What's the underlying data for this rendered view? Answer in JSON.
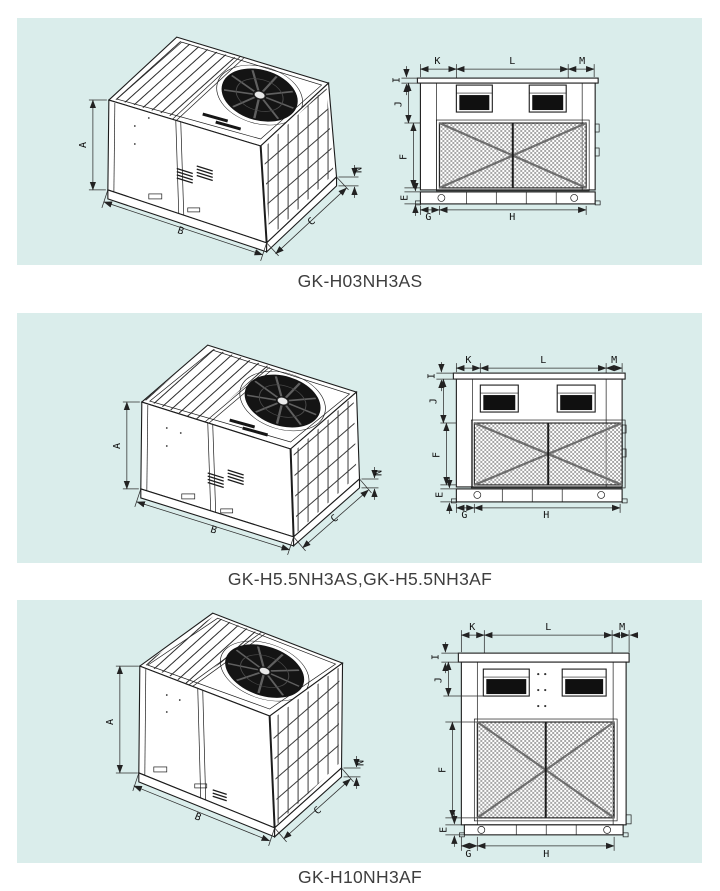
{
  "page": {
    "background": "#ffffff",
    "panel_background": "#daedeb",
    "line_color": "#1c1c1c",
    "caption_color": "#3e3e3e"
  },
  "sections": [
    {
      "caption": "GK-H03NH3AS",
      "labels": {
        "A": "A",
        "B": "B",
        "C": "C",
        "N": "N",
        "K": "K",
        "L": "L",
        "M": "M",
        "I": "I",
        "J": "J",
        "F": "F",
        "E": "E",
        "G": "G",
        "H": "H"
      }
    },
    {
      "caption": "GK-H5.5NH3AS,GK-H5.5NH3AF",
      "labels": {
        "A": "A",
        "B": "B",
        "C": "C",
        "N": "N",
        "K": "K",
        "L": "L",
        "M": "M",
        "I": "I",
        "J": "J",
        "F": "F",
        "E": "E",
        "G": "G",
        "H": "H"
      }
    },
    {
      "caption": "GK-H10NH3AF",
      "labels": {
        "A": "A",
        "B": "B",
        "C": "C",
        "N": "N",
        "K": "K",
        "L": "L",
        "M": "M",
        "I": "I",
        "J": "J",
        "F": "F",
        "E": "E",
        "G": "G",
        "H": "H"
      }
    }
  ]
}
